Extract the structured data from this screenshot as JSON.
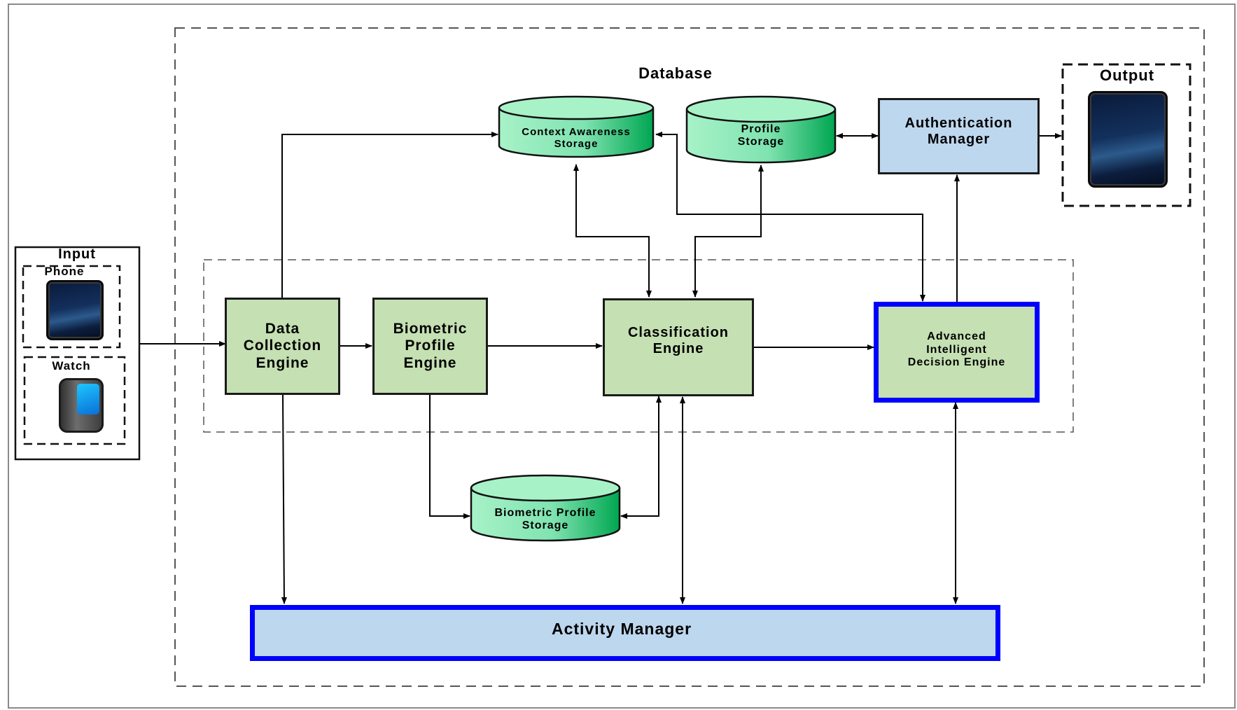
{
  "diagram": {
    "database_label": "Database",
    "output_label": "Output",
    "input": {
      "title": "Input",
      "phone_label": "Phone",
      "watch_label": "Watch"
    },
    "storages": {
      "context": [
        "Context Awareness",
        "Storage"
      ],
      "profile": [
        "Profile",
        "Storage"
      ],
      "biometric": [
        "Biometric Profile",
        "Storage"
      ]
    },
    "engines": {
      "data_collection": [
        "Data",
        "Collection",
        "Engine"
      ],
      "biometric_profile": [
        "Biometric",
        "Profile",
        "Engine"
      ],
      "classification": [
        "Classification",
        "Engine"
      ],
      "advanced": [
        "Advanced",
        "Intelligent",
        "Decision Engine"
      ]
    },
    "authentication_manager": [
      "Authentication",
      "Manager"
    ],
    "activity_manager": "Activity Manager",
    "colors": {
      "engine_fill": "#c5e0b3",
      "manager_fill": "#bdd7ee",
      "storage_fill_light": "#b6f5d3",
      "storage_fill_dark": "#00a651",
      "highlight_border": "#0000ff"
    }
  }
}
